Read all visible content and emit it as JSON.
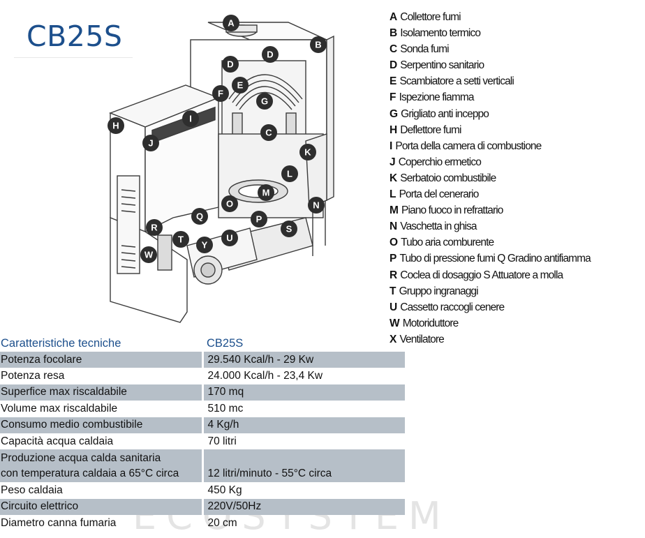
{
  "title": "CB25S",
  "watermark": "ECOSYSTEM",
  "legend": [
    {
      "letter": "A",
      "text": "Collettore fumi"
    },
    {
      "letter": "B",
      "text": "Isolamento termico"
    },
    {
      "letter": "C",
      "text": "Sonda fumi"
    },
    {
      "letter": "D",
      "text": "Serpentino sanitario"
    },
    {
      "letter": "E",
      "text": "Scambiatore a setti verticali"
    },
    {
      "letter": "F",
      "text": "Ispezione fiamma"
    },
    {
      "letter": "G",
      "text": "Grigliato anti inceppo"
    },
    {
      "letter": "H",
      "text": "Deflettore fumi"
    },
    {
      "letter": "I",
      "text": "Porta della camera di combustione"
    },
    {
      "letter": "J",
      "text": "Coperchio ermetico"
    },
    {
      "letter": "K",
      "text": "Serbatoio combustibile"
    },
    {
      "letter": "L",
      "text": "Porta del cenerario"
    },
    {
      "letter": "M",
      "text": "Piano fuoco in refrattario"
    },
    {
      "letter": "N",
      "text": "Vaschetta in ghisa"
    },
    {
      "letter": "O",
      "text": "Tubo aria comburente"
    },
    {
      "letter": "P",
      "text": "Tubo di pressione fumi Q  Gradino antifiamma"
    },
    {
      "letter": "R",
      "text": "Coclea di dosaggio S  Attuatore a molla"
    },
    {
      "letter": "T",
      "text": "Gruppo ingranaggi"
    },
    {
      "letter": "U",
      "text": "Cassetto raccogli cenere"
    },
    {
      "letter": "W",
      "text": "Motoriduttore"
    },
    {
      "letter": "X",
      "text": "Ventilatore"
    }
  ],
  "diagram_labels": [
    "A",
    "B",
    "D",
    "D",
    "E",
    "F",
    "G",
    "C",
    "H",
    "I",
    "J",
    "K",
    "L",
    "M",
    "N",
    "O",
    "P",
    "Q",
    "R",
    "S",
    "T",
    "U",
    "W",
    "Y"
  ],
  "specs": {
    "header": [
      "Caratteristiche tecniche",
      "CB25S"
    ],
    "rows": [
      {
        "label": "Potenza focolare",
        "value": "29.540 Kcal/h - 29 Kw"
      },
      {
        "label": "Potenza resa",
        "value": "24.000 Kcal/h - 23,4 Kw"
      },
      {
        "label": "Superfice max riscaldabile",
        "value": "170 mq"
      },
      {
        "label": "Volume max riscaldabile",
        "value": "510 mc"
      },
      {
        "label": "Consumo medio combustibile",
        "value": "4 Kg/h"
      },
      {
        "label": "Capacità acqua caldaia",
        "value": "70 litri"
      },
      {
        "label": "Produzione acqua calda sanitaria",
        "label2": "con temperatura caldaia a 65°C circa",
        "value": "12 litri/minuto - 55°C circa"
      },
      {
        "label": "Peso caldaia",
        "value": "450 Kg"
      },
      {
        "label": "Circuito elettrico",
        "value": "220V/50Hz"
      },
      {
        "label": "Diametro canna fumaria",
        "value": "20 cm"
      }
    ]
  },
  "colors": {
    "title": "#1c4f8c",
    "row_shade": "#b6bfc8",
    "label_circle": "#2e2e2e"
  }
}
